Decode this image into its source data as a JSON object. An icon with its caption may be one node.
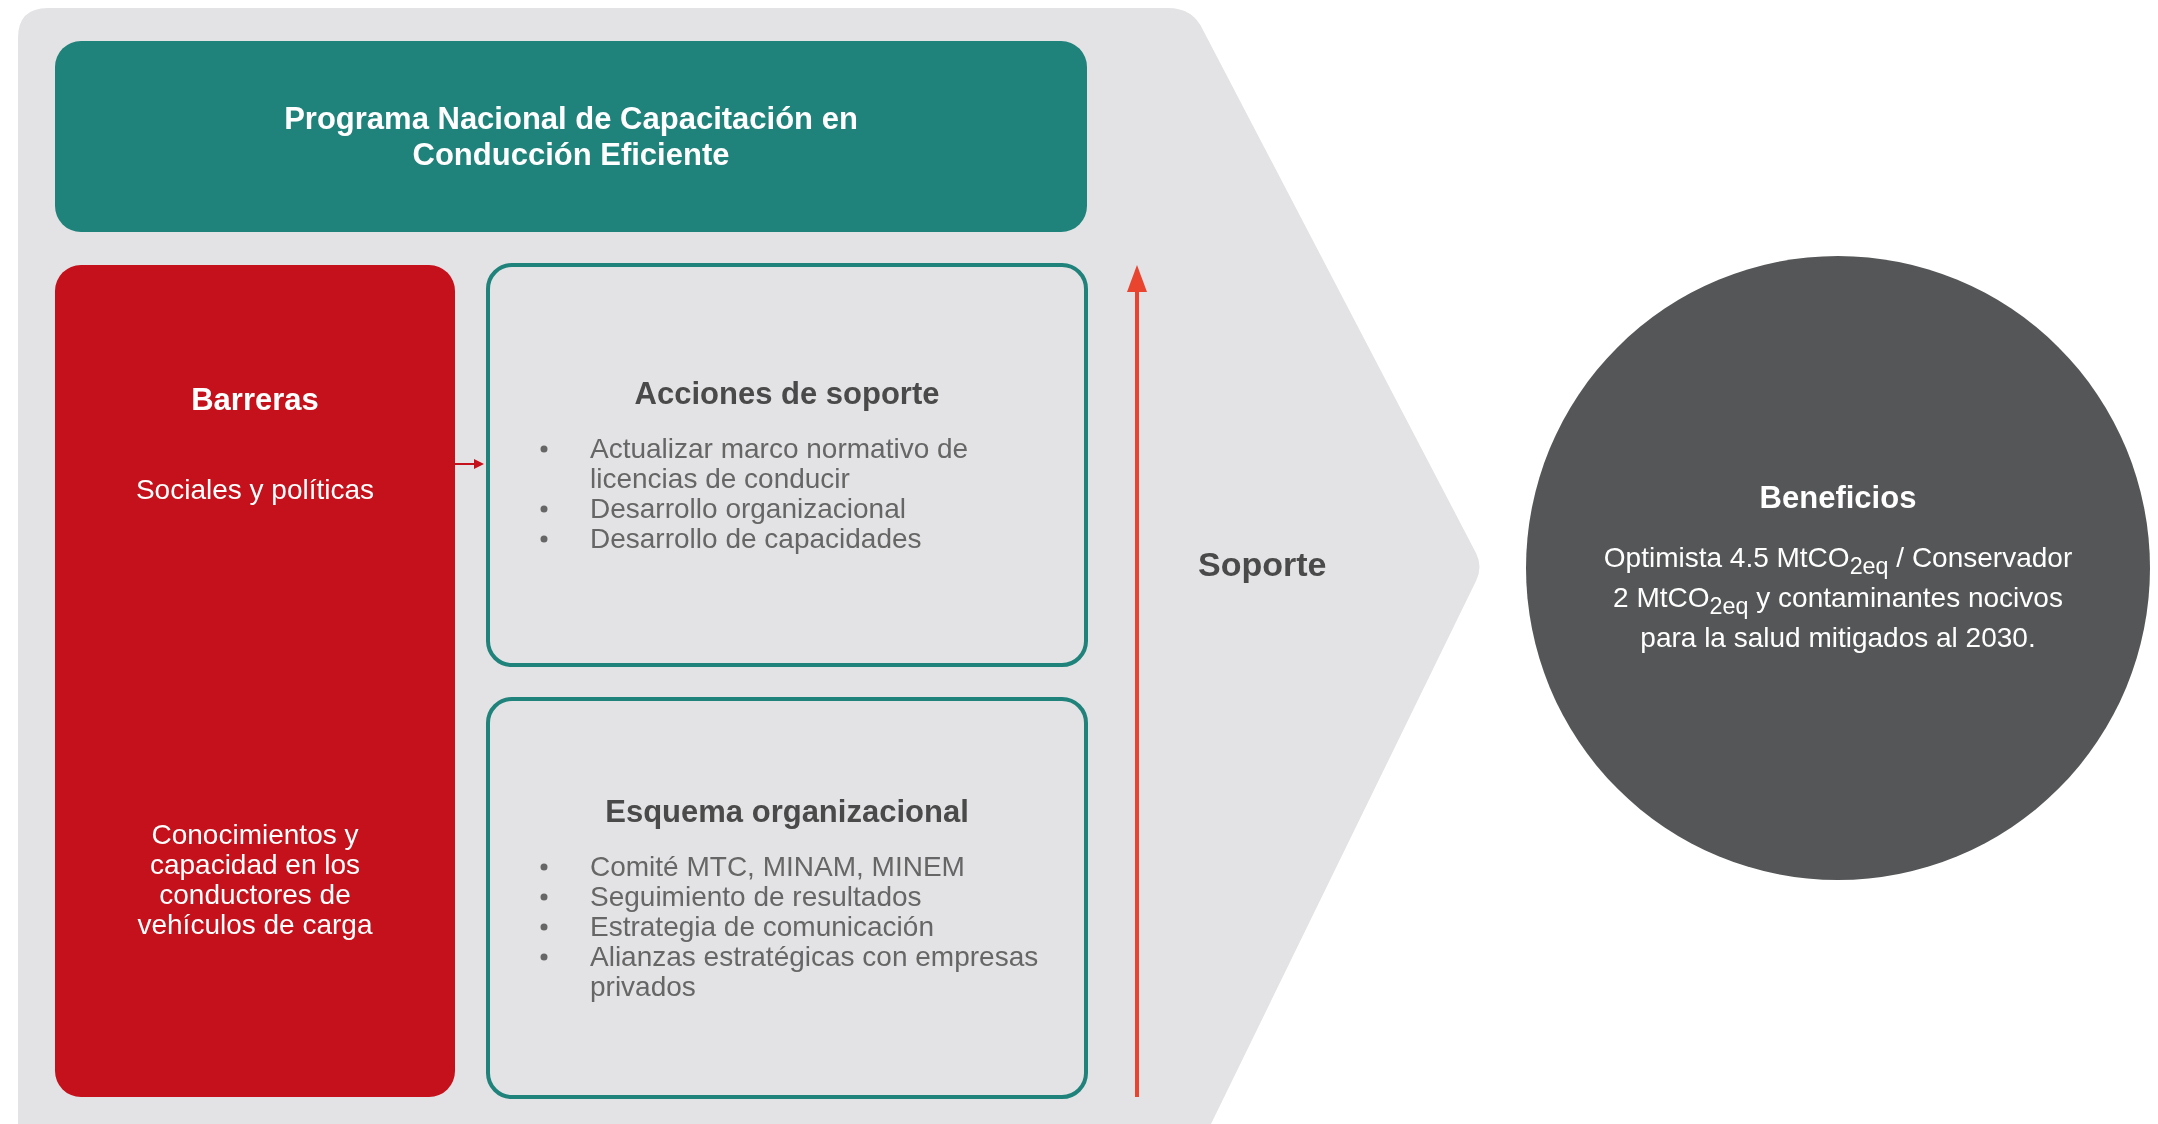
{
  "diagram": {
    "nodes": [
      {
        "text": [],
        "shape": "arrow"
      },
      {
        "text": [
          "Programa Nacional de Capacitación en Conducción Eficiente"
        ],
        "in": 0
      },
      {
        "text": [
          "Barreras",
          "Sociales y políticas",
          "Conocimientos y capacidad en los conductores de vehículos de carga"
        ],
        "in": 0
      },
      {
        "text": [
          "Acciones de soporte",
          "Actualizar marco normativo de licencias de conducir",
          "Desarrollo organizacional",
          "Desarrollo de capacidades"
        ],
        "in": 0
      },
      {
        "text": [
          "Esquema organizacional",
          "Comité MTC, MINAM, MINEM",
          "Seguimiento de resultados",
          "Estrategia de comunicación",
          "Alianzas estratégicas con empresas privados"
        ],
        "in": 0
      },
      {
        "text": [
          "Beneficios",
          "Optimista 4.5 MtCO$_{2eq}$ / Conservador 2 MtCO$_{2eq}$ y contaminantes nocivos para la salud mitigados al 2030."
        ]
      }
    ],
    "edges": [
      {
        "from": 2,
        "to": 3,
        "arrow": "to"
      }
    ],
    "labels": [
      "Soporte"
    ]
  }
}
